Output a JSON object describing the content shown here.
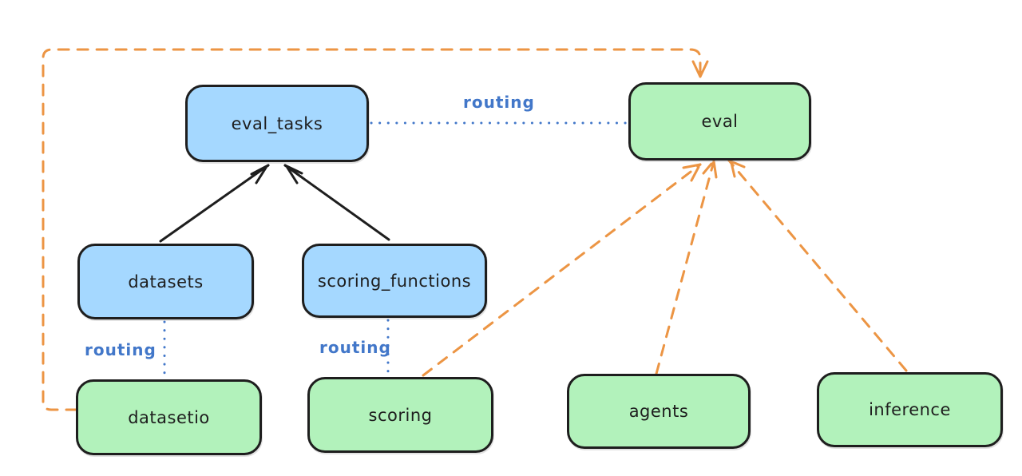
{
  "diagram": {
    "nodes": {
      "eval_tasks": {
        "label": "eval_tasks",
        "group": "blue"
      },
      "eval": {
        "label": "eval",
        "group": "green"
      },
      "datasets": {
        "label": "datasets",
        "group": "blue"
      },
      "scoring_functions": {
        "label": "scoring_functions",
        "group": "blue"
      },
      "datasetio": {
        "label": "datasetio",
        "group": "green"
      },
      "scoring": {
        "label": "scoring",
        "group": "green"
      },
      "agents": {
        "label": "agents",
        "group": "green"
      },
      "inference": {
        "label": "inference",
        "group": "green"
      }
    },
    "edges": {
      "eval_tasks_eval": {
        "label": "routing",
        "style": "dotted-blue"
      },
      "datasets_datasetio": {
        "label": "routing",
        "style": "dotted-blue"
      },
      "scoring_functions_scoring": {
        "label": "routing",
        "style": "dotted-blue"
      },
      "datasets_to_eval_tasks": {
        "style": "solid-black-arrow"
      },
      "scoring_functions_to_eval_tasks": {
        "style": "solid-black-arrow"
      },
      "datasetio_to_eval": {
        "style": "dashed-orange-arrow"
      },
      "scoring_to_eval": {
        "style": "dashed-orange-arrow"
      },
      "agents_to_eval": {
        "style": "dashed-orange-arrow"
      },
      "inference_to_eval": {
        "style": "dashed-orange-arrow"
      }
    },
    "colors": {
      "node_border": "#1e1e1e",
      "blue_fill": "#a5d8ff",
      "green_fill": "#b2f2bb",
      "routing_blue": "#4277c9",
      "provider_orange": "#ec9544",
      "arrow_black": "#1e1e1e",
      "background": "#ffffff"
    }
  }
}
